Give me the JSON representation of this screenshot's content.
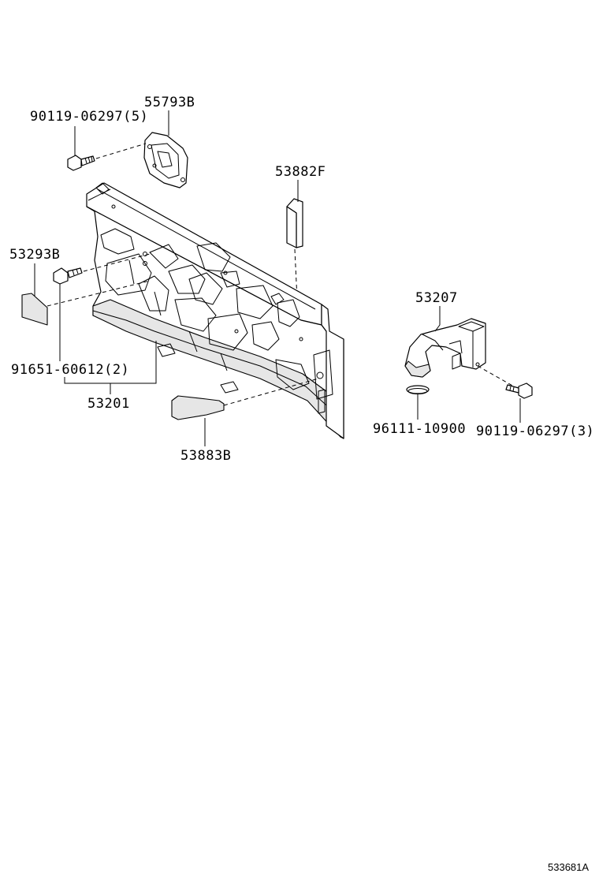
{
  "diagram": {
    "labels": {
      "part_55793B": "55793B",
      "screw_90119_06297_5": "90119-06297(5)",
      "part_53882F": "53882F",
      "part_53293B": "53293B",
      "screw_91651_60612_2": "91651-60612(2)",
      "part_53201": "53201",
      "part_53883B": "53883B",
      "part_53207": "53207",
      "clamp_96111_10900": "96111-10900",
      "screw_90119_06297_3": "90119-06297(3)"
    },
    "reference_code": "533681A"
  }
}
